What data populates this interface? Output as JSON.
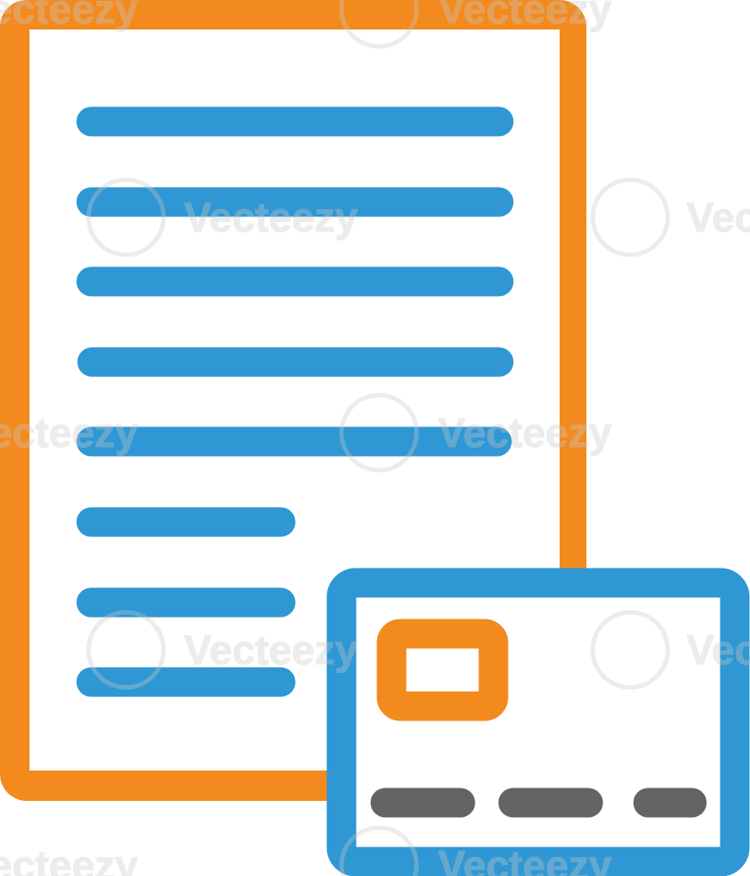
{
  "illustration": {
    "subject": "invoice-with-credit-card-icon",
    "icons": [
      "document-icon",
      "credit-card-icon",
      "card-chip-icon"
    ],
    "document_lines": 8,
    "card_number_groups": 3
  },
  "colors": {
    "document_outline": "#F28A1E",
    "text_lines": "#2E97D4",
    "card_outline": "#2E97D4",
    "card_chip": "#F28A1E",
    "card_number": "#646464",
    "background": "#FFFFFF",
    "watermark": "#C9C9C9"
  },
  "watermark": {
    "brand": "Vecteezy"
  }
}
